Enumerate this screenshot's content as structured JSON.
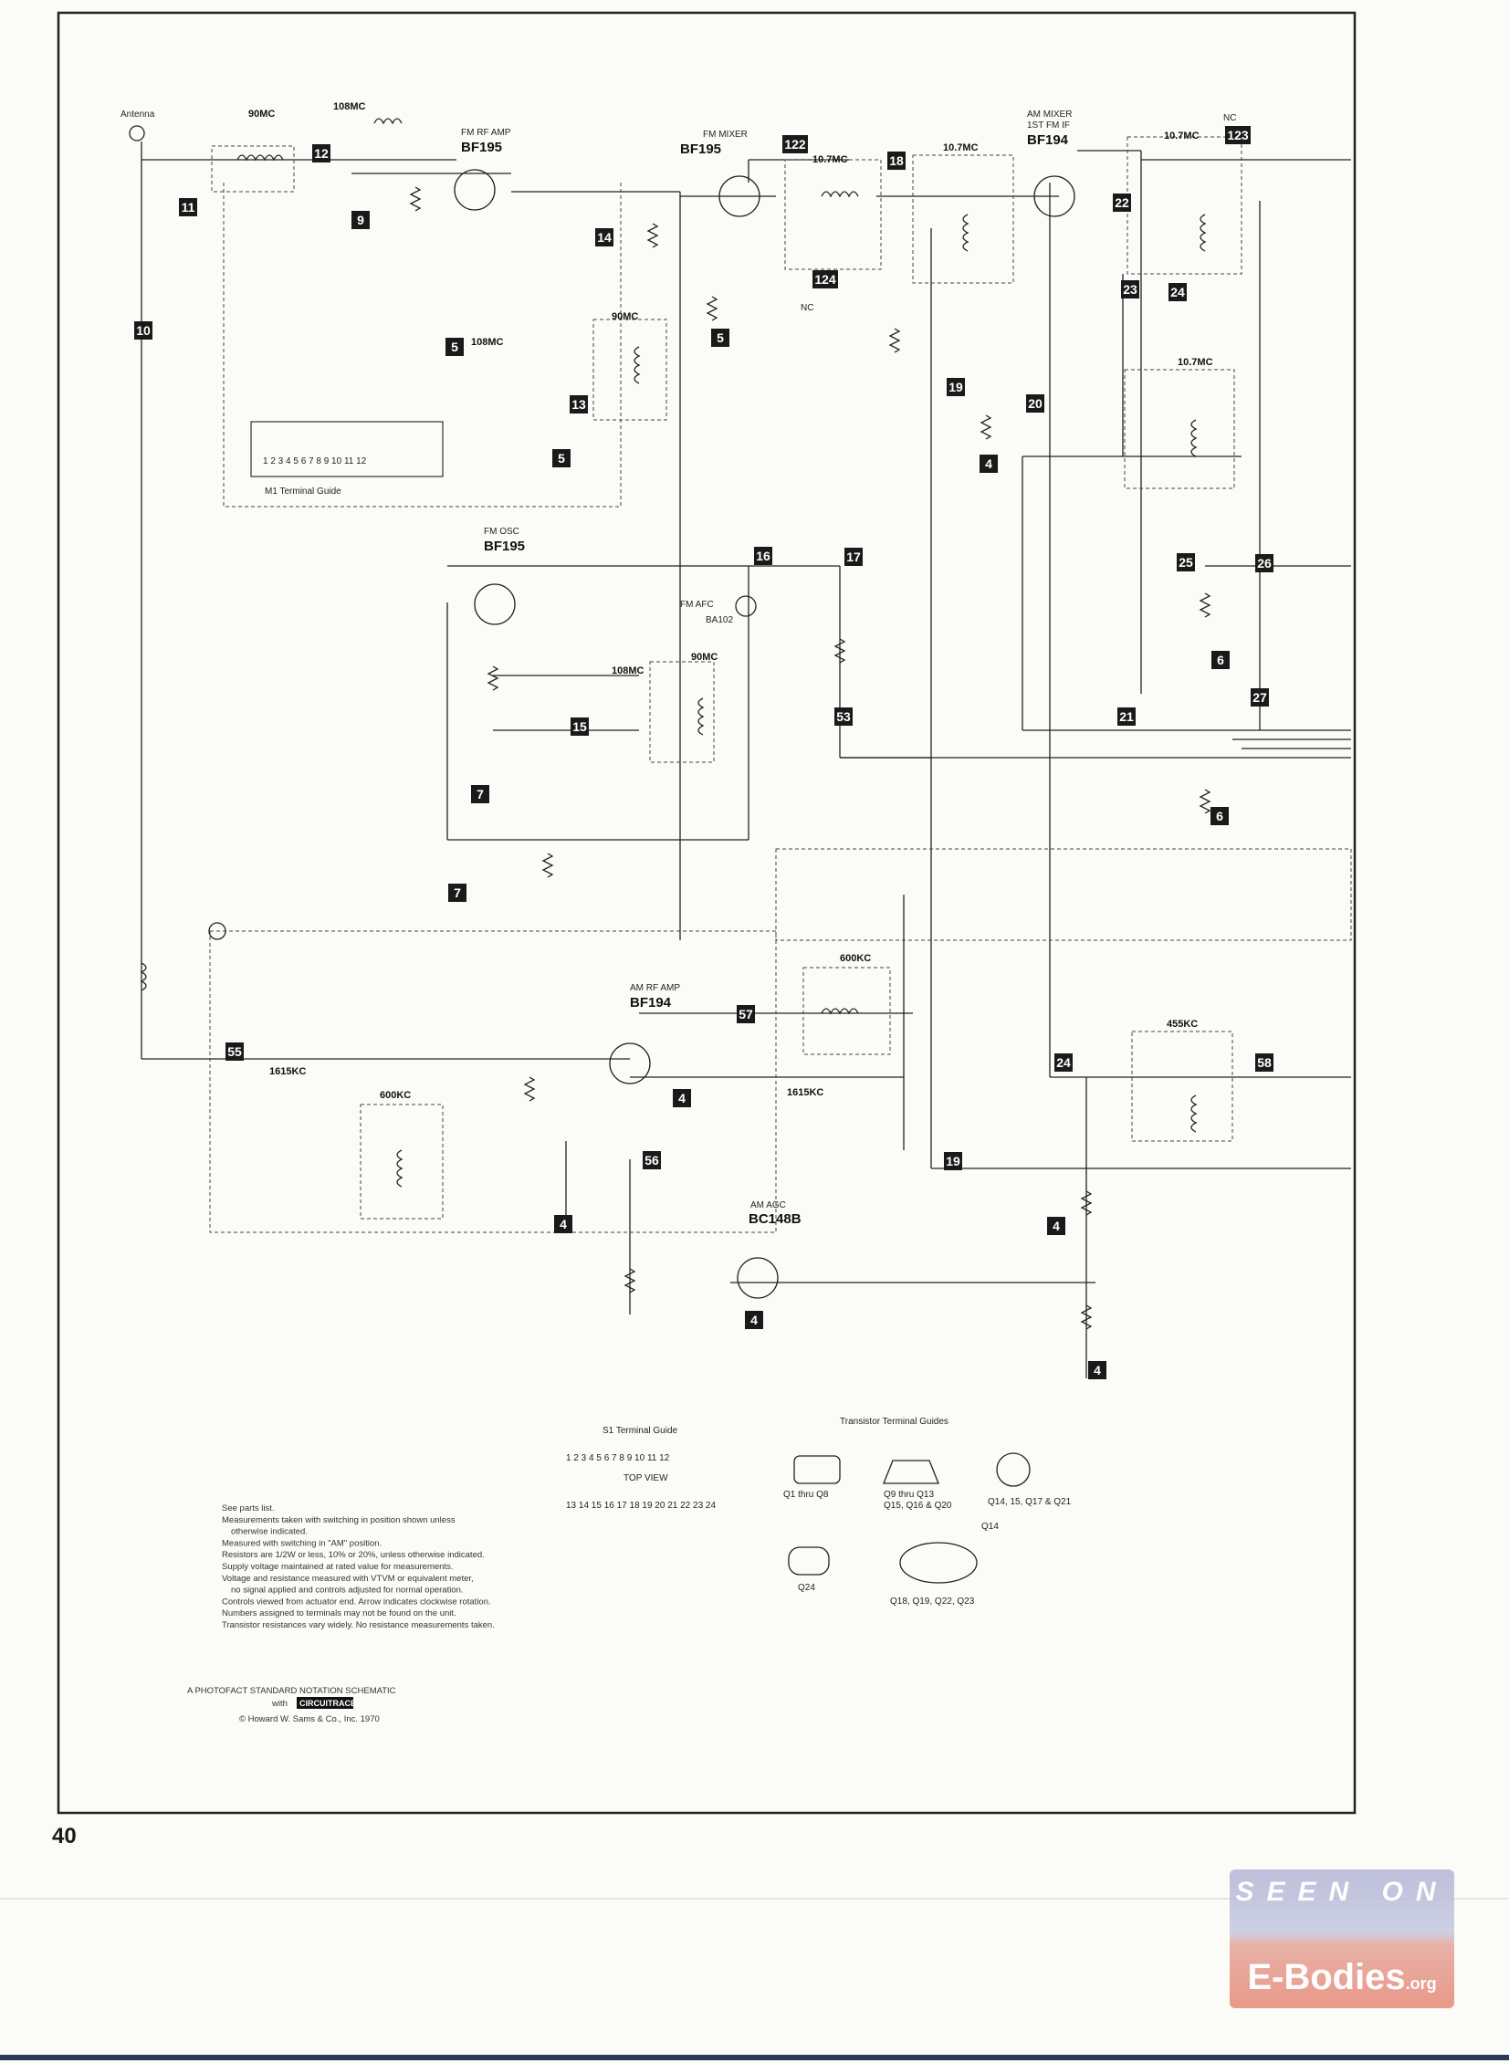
{
  "page": {
    "number": "40"
  },
  "watermark": {
    "top": "SEEN ON",
    "bottom": "E-Bodies",
    "suffix": ".org"
  },
  "top_labels": {
    "antenna": "Antenna",
    "f90mc_a": "90MC",
    "f108mc_a": "108MC",
    "q1_role": "FM RF AMP",
    "q1_type": "BF195",
    "q2_role": "FM MIXER",
    "q2_type": "BF195",
    "q3_role": "FM OSC",
    "q3_type": "BF195",
    "q4_role": "AM MIXER",
    "q4_role2": "1ST FM IF",
    "q4_type": "BF194",
    "q8_role": "AM RF AMP",
    "q8_type": "BF194",
    "q9_role": "AM AGC",
    "q9_type": "BC148B",
    "f10_7_a": "10.7MC",
    "f10_7_b": "10.7MC",
    "f10_7_c": "10.7MC",
    "f10_7_d": "10.7MC",
    "f90mc_b": "90MC",
    "f90mc_c": "90MC",
    "f108mc_b": "108MC",
    "f108mc_c": "108MC",
    "f600kc_a": "600KC",
    "f600kc_b": "600KC",
    "f1615_a": "1615KC",
    "f1615_b": "1615KC",
    "f455": "455KC",
    "nc1": "NC",
    "nc2": "NC",
    "fm_afc": "FM AFC",
    "afc_diode": "BA102",
    "m1_guide": "M1 Terminal Guide",
    "m1_pins": "1 2 3 4 5 6  7 8 9 10 11 12"
  },
  "terminal_numbers": [
    "10",
    "11",
    "12",
    "9",
    "14",
    "5",
    "5",
    "13",
    "5",
    "122",
    "124",
    "18",
    "19",
    "4",
    "20",
    "22",
    "23",
    "24",
    "123",
    "25",
    "26",
    "6",
    "27",
    "21",
    "6",
    "16",
    "17",
    "53",
    "15",
    "7",
    "7",
    "55",
    "57",
    "56",
    "4",
    "4",
    "19",
    "24",
    "58",
    "4",
    "4",
    "4"
  ],
  "s1_guide": {
    "title": "S1 Terminal Guide",
    "row1": "1  2  3  4  5  6  7  8  9  10  11  12",
    "mid": "TOP VIEW",
    "row2": "13 14 15 16 17 18 19 20 21 22 23 24"
  },
  "transistor_guides": {
    "title": "Transistor Terminal Guides",
    "g1": "Q1 thru Q8",
    "g2a": "Q9 thru Q13",
    "g2b": "Q15, Q16 & Q20",
    "g3": "Q14, 15, Q17 & Q21",
    "g3b": "Q14",
    "g4": "Q24",
    "g5": "Q18, Q19, Q22, Q23"
  },
  "notes": [
    "See parts list.",
    "Measurements taken with switching in position shown unless",
    "otherwise indicated.",
    "Measured with switching in \"AM\" position.",
    "Resistors are 1/2W or less, 10% or 20%, unless otherwise indicated.",
    "Supply voltage maintained at rated value for measurements.",
    "Voltage and resistance measured with VTVM or equivalent meter,",
    "no signal applied and controls adjusted for normal operation.",
    "Controls viewed from actuator end.  Arrow indicates clockwise rotation.",
    "Numbers assigned to terminals may not be found on the unit.",
    "Transistor resistances vary widely.  No resistance measurements taken."
  ],
  "footer": {
    "line1": "A PHOTOFACT STANDARD NOTATION SCHEMATIC",
    "line2": "with",
    "brand": "CIRCUITRACE",
    "copyright": "© Howard W. Sams & Co., Inc. 1970"
  },
  "colors": {
    "ink": "#1a1a1a",
    "paper": "#fbfbf8",
    "badge_top": "#b7b9d8",
    "badge_bottom": "#e88f7d"
  }
}
